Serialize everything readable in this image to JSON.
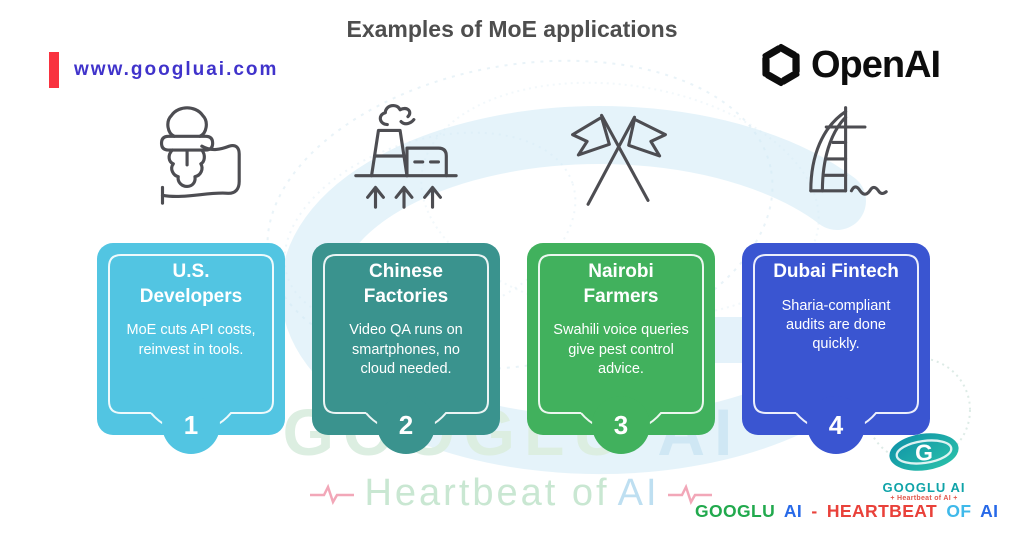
{
  "header": {
    "url": "www.googluai.com",
    "title": "Examples of MoE applications",
    "accent_bar_color": "#F9323F",
    "url_color": "#4033CB"
  },
  "openai": {
    "wordmark": "OpenAI"
  },
  "cards": [
    {
      "number": "1",
      "title": "U.S.\nDevelopers",
      "body": "MoE cuts API costs,\nreinvest in tools.",
      "color": "#52C5E2",
      "icon": "hand-holding-ice-cream-icon"
    },
    {
      "number": "2",
      "title": "Chinese\nFactories",
      "body": "Video QA runs on\nsmartphones, no\ncloud needed.",
      "color": "#3A938E",
      "icon": "factory-icon"
    },
    {
      "number": "3",
      "title": "Nairobi\nFarmers",
      "body": "Swahili voice queries\ngive pest control\nadvice.",
      "color": "#41B15D",
      "icon": "crossed-flags-icon"
    },
    {
      "number": "4",
      "title": "Dubai Fintech",
      "body": "Sharia-compliant\naudits are done\nquickly.",
      "color": "#3A55D1",
      "icon": "burj-al-arab-icon"
    }
  ],
  "watermark": {
    "big_left": "GOOGLU",
    "big_right": "AI",
    "sub_left": "Heartbeat of",
    "sub_right": "AI"
  },
  "logo_badge": {
    "letter": "G",
    "name": "GOOGLU AI",
    "tagline": "+ Heartbeat of AI +"
  },
  "footer_tagline": {
    "googlu": "GOOGLU",
    "ai1": "AI",
    "dash": "-",
    "heartbeat": "HEARTBEAT",
    "of": "OF",
    "ai2": "AI",
    "colors": {
      "green": "#21A94D",
      "blue": "#2769E8",
      "red": "#E9413A",
      "cyan": "#3FB9EA"
    }
  }
}
